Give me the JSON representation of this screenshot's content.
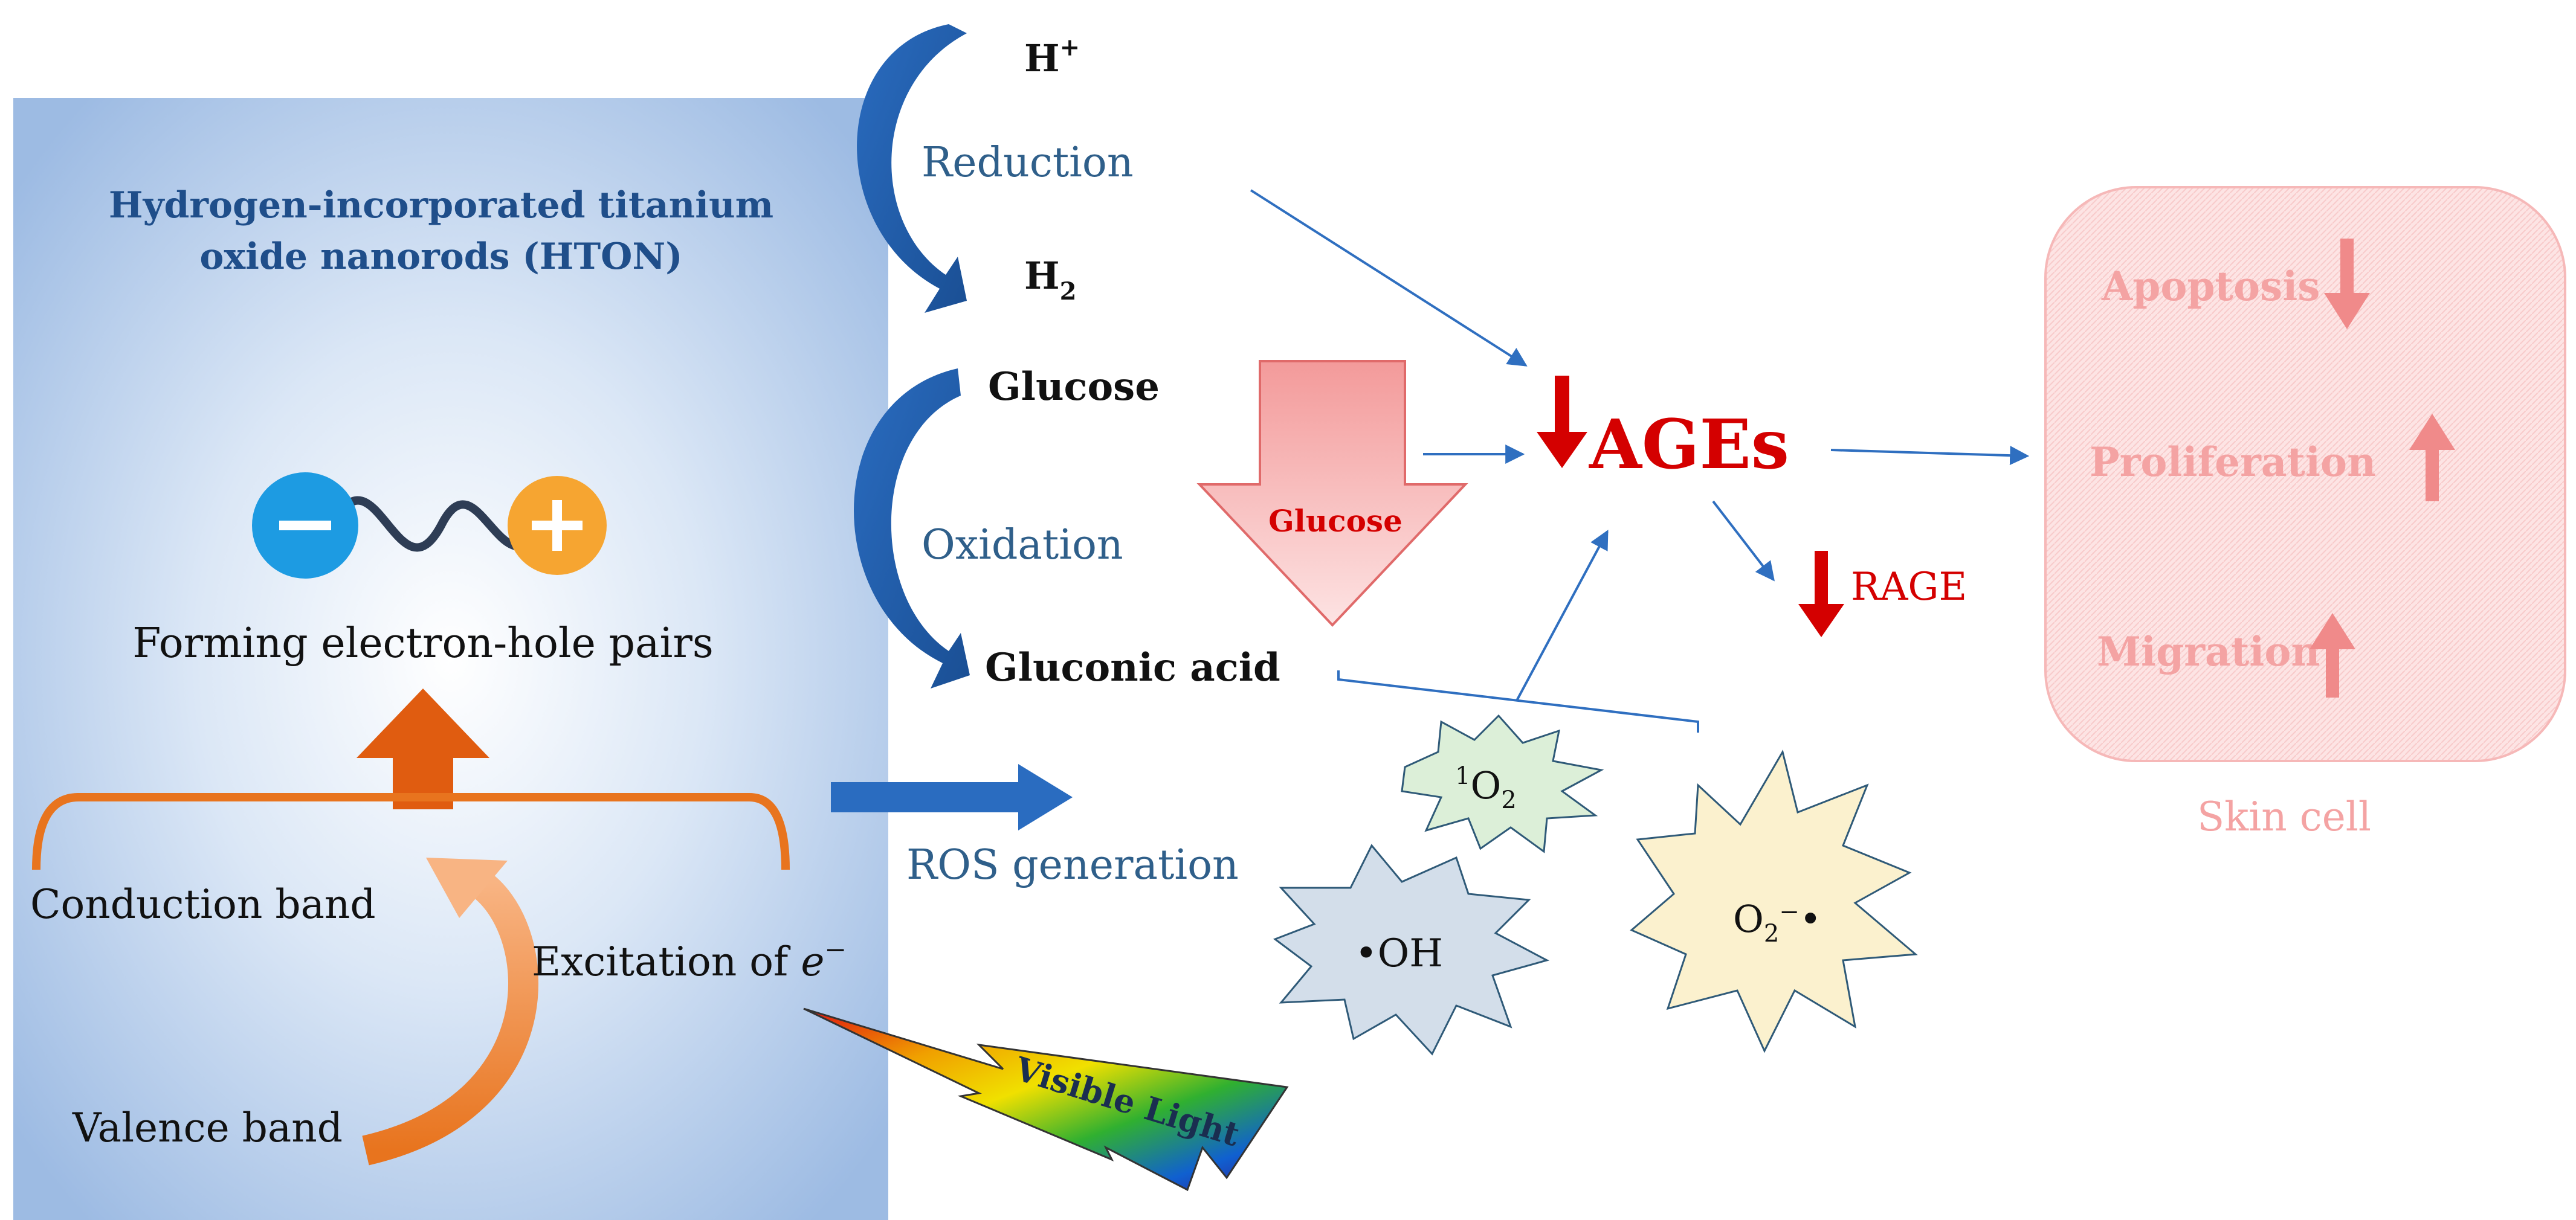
{
  "left_panel": {
    "title_line1": "Hydrogen-incorporated titanium",
    "title_line2": "oxide nanorods (HTON)",
    "electron_symbol": "−",
    "hole_symbol": "+",
    "pairs_label": "Forming electron-hole pairs",
    "conduction_band": "Conduction band",
    "valence_band": "Valence band",
    "excitation_prefix": "Excitation of ",
    "excitation_symbol": "e",
    "excitation_sup": "−"
  },
  "reduction": {
    "h_plus_base": "H",
    "h_plus_sup": "+",
    "label": "Reduction",
    "h2_base": "H",
    "h2_sub": "2"
  },
  "oxidation": {
    "glucose": "Glucose",
    "label": "Oxidation",
    "gluconic_acid": "Gluconic acid",
    "arrow_glucose_label": "Glucose"
  },
  "ros": {
    "label": "ROS generation",
    "singlet_oxygen_sup": "1",
    "singlet_oxygen_base": "O",
    "singlet_oxygen_sub": "2",
    "hydroxyl": "•OH",
    "superoxide_base": "O",
    "superoxide_sub": "2",
    "superoxide_sup": "−",
    "superoxide_dot": "•"
  },
  "ages": {
    "label": "AGEs",
    "rage": "RAGE"
  },
  "light": {
    "label": "Visible Light"
  },
  "skin_cell": {
    "items": [
      "Apoptosis",
      "Proliferation",
      "Migration"
    ],
    "caption": "Skin cell"
  },
  "colors": {
    "panel_blue": "#a8c4e8",
    "dark_blue": "#1f5a9c",
    "orange": "#e8741e",
    "red": "#d40000",
    "pink": "#f4a3a3"
  }
}
